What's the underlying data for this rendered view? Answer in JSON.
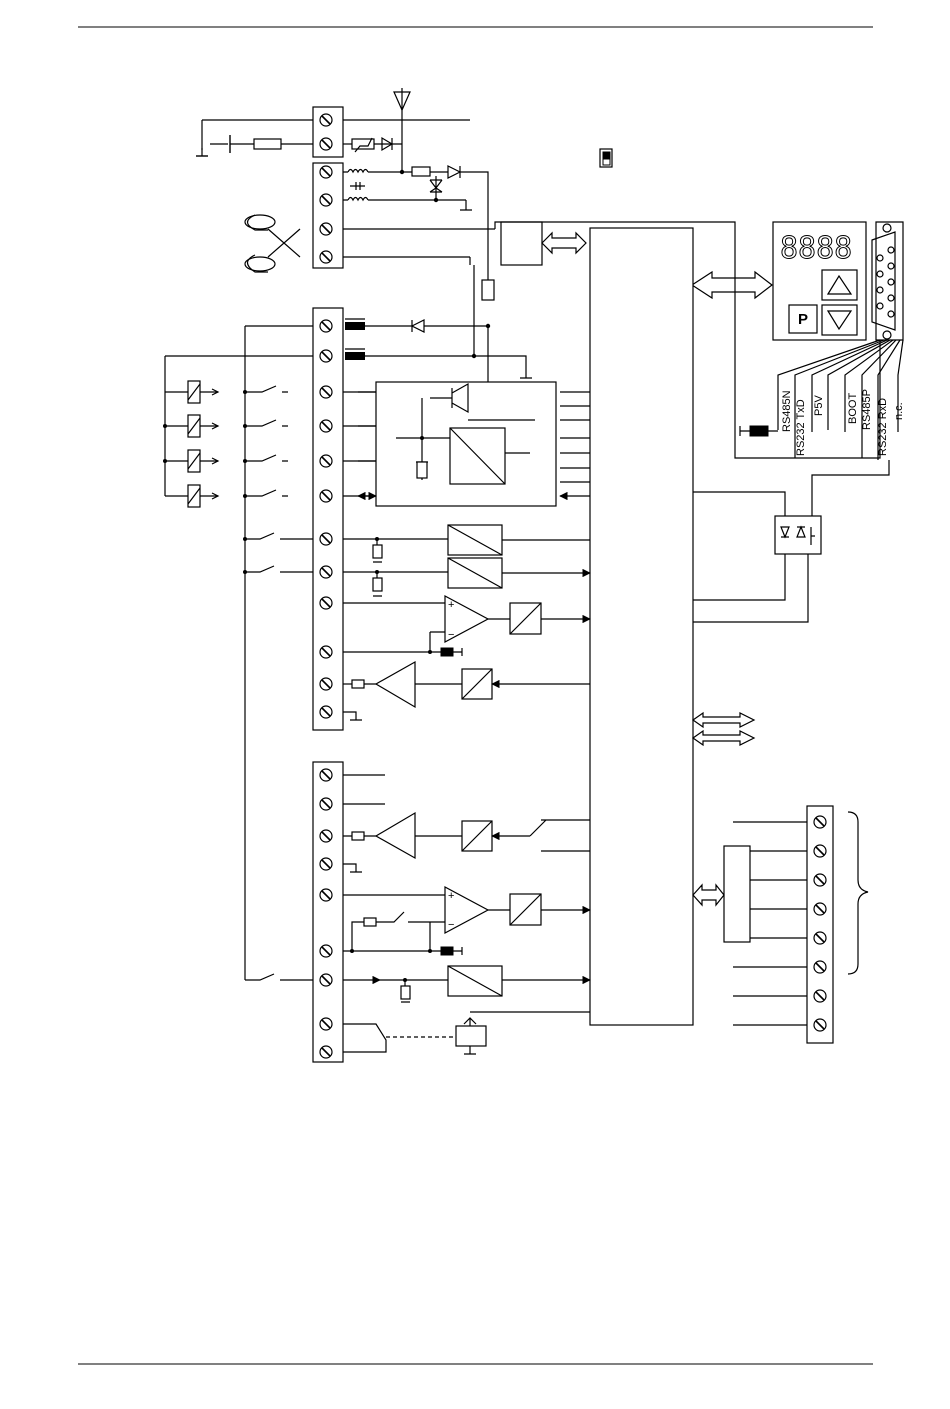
{
  "display": {
    "readout": "8888",
    "p_key": "P"
  },
  "connector_pins": [
    {
      "label": "RS485N"
    },
    {
      "label": "RS232 TxD"
    },
    {
      "label": "P5V"
    },
    {
      "label": "BOOT"
    },
    {
      "label": "RS485P"
    },
    {
      "label": "RS232 RxD"
    },
    {
      "label": "n.c."
    }
  ],
  "icons": {
    "terminal": "screw-terminal-icon",
    "opamp": "opamp-triangle-icon",
    "converter": "dac-adc-box-icon",
    "relay": "relay-coil-icon",
    "ground": "ground-icon",
    "antenna": "antenna-icon"
  }
}
